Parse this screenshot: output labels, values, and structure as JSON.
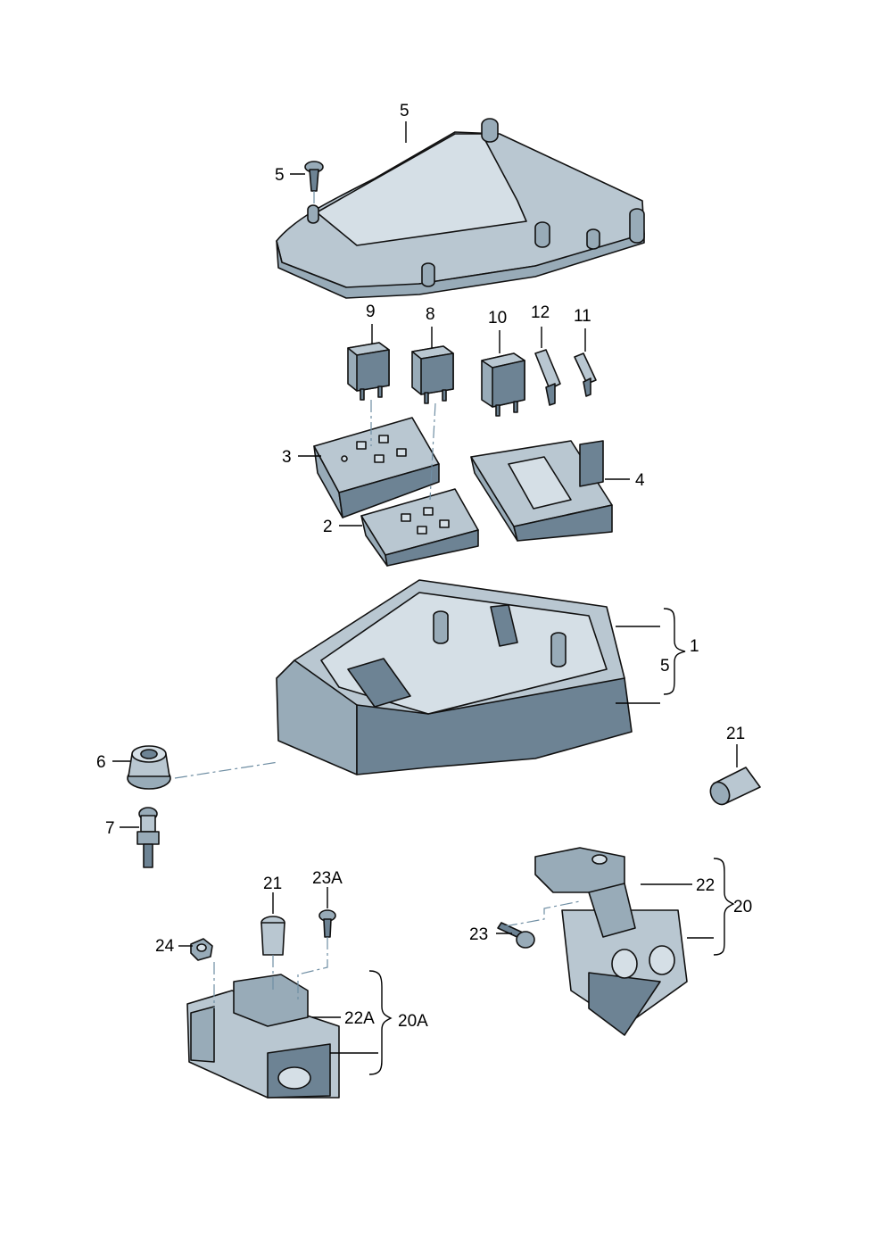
{
  "labels": {
    "cover": "5",
    "cover_screw": "5",
    "relay_9": "9",
    "relay_8": "8",
    "relay_10": "10",
    "fuse_12": "12",
    "fuse_11": "11",
    "relay_plate_3": "3",
    "fuse_holder_4": "4",
    "relay_plate_2": "2",
    "box_group": "1",
    "box_sub": "5",
    "bushing_6": "6",
    "bolt_7": "7",
    "cap_21_right": "21",
    "bracket_22": "22",
    "bracket_group_20": "20",
    "screw_23": "23",
    "bolt_21_left": "21",
    "screw_23a": "23A",
    "nut_24": "24",
    "bracket_22a": "22A",
    "bracket_group_20a": "20A"
  },
  "colors": {
    "part_light": "#b9c7d1",
    "part_mid": "#98abb8",
    "part_dark": "#6d8394",
    "outline": "#111111",
    "dash_line": "#6f8ea3"
  }
}
